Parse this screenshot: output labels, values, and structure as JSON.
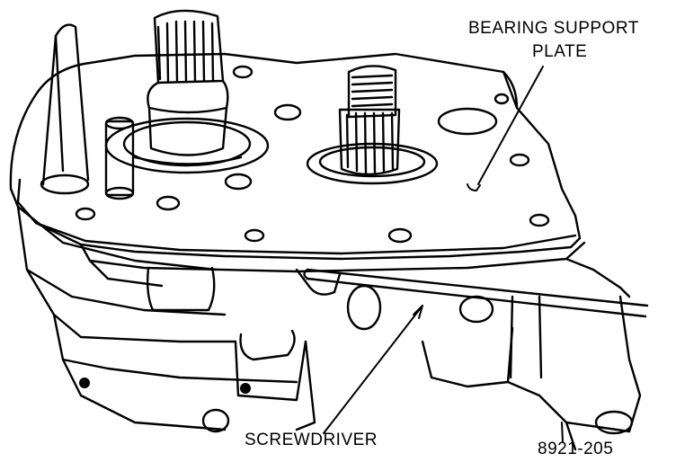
{
  "labels": {
    "bearing_support_plate_line1": "BEARING SUPPORT",
    "bearing_support_plate_line2": "PLATE",
    "screwdriver": "SCREWDRIVER",
    "figure_number": "8921-205"
  },
  "colors": {
    "line": "#000000",
    "background": "#ffffff"
  }
}
